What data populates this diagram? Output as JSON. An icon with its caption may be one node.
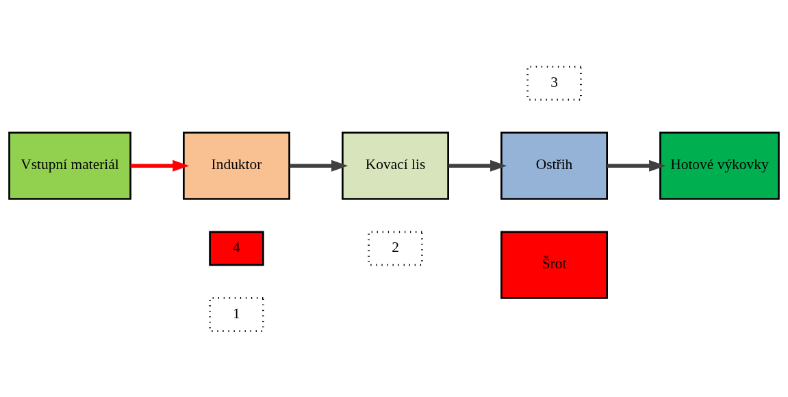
{
  "diagram": {
    "nodes": [
      {
        "text": [
          "Induktor"
        ]
      },
      {
        "text": [
          "4"
        ]
      },
      {
        "text": [
          "1"
        ]
      },
      {
        "text": [
          "Kovací lis"
        ]
      },
      {
        "text": [
          "2"
        ]
      },
      {
        "text": [
          "Ostřih"
        ]
      },
      {
        "text": [
          "3"
        ]
      },
      {
        "text": [
          "Vstupní materiál"
        ]
      },
      {
        "text": [
          "Šrot"
        ]
      },
      {
        "text": [
          "Hotové výkovky"
        ]
      }
    ],
    "edges": [
      {
        "from": 7,
        "to": 0,
        "arrow": "to",
        "color": "#ff0000"
      },
      {
        "from": 0,
        "to": 3,
        "arrow": "to"
      },
      {
        "from": 3,
        "to": 5,
        "arrow": "to"
      },
      {
        "from": 5,
        "to": 9,
        "arrow": "to"
      }
    ]
  }
}
